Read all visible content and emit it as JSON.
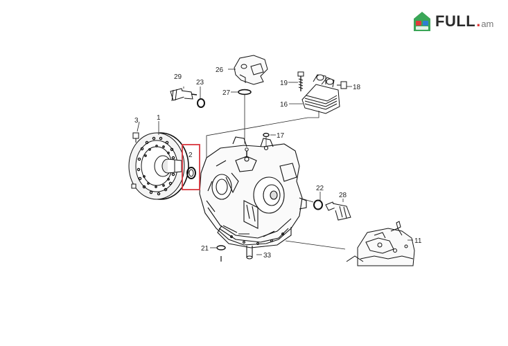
{
  "brand": {
    "logo_text": "FULL",
    "logo_dot": ".",
    "logo_suffix": "am",
    "colors": {
      "text": "#2a2a2a",
      "dot": "#e23b3b",
      "icon_green": "#3aa657",
      "icon_red": "#e23b3b",
      "icon_blue": "#2f7fd1"
    }
  },
  "highlight_color": "#d9363e",
  "callouts": [
    {
      "id": "26",
      "label": "26"
    },
    {
      "id": "29",
      "label": "29"
    },
    {
      "id": "23",
      "label": "23"
    },
    {
      "id": "27",
      "label": "27"
    },
    {
      "id": "19",
      "label": "19"
    },
    {
      "id": "18",
      "label": "18"
    },
    {
      "id": "16",
      "label": "16"
    },
    {
      "id": "3",
      "label": "3"
    },
    {
      "id": "1",
      "label": "1"
    },
    {
      "id": "2",
      "label": "2"
    },
    {
      "id": "17",
      "label": "17"
    },
    {
      "id": "22",
      "label": "22"
    },
    {
      "id": "28",
      "label": "28"
    },
    {
      "id": "21",
      "label": "21"
    },
    {
      "id": "33",
      "label": "33"
    },
    {
      "id": "11",
      "label": "11"
    }
  ]
}
